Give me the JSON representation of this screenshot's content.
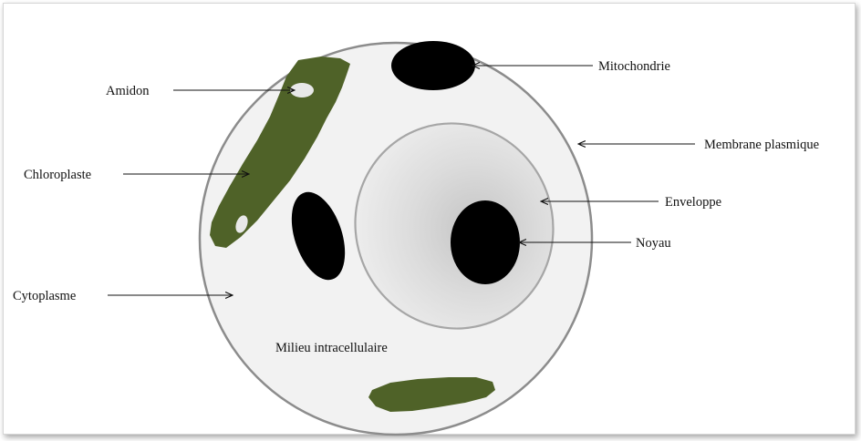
{
  "labels": {
    "amidon": "Amidon",
    "chloroplaste": "Chloroplaste",
    "cytoplasme": "Cytoplasme",
    "mitochondrie": "Mitochondrie",
    "membrane": "Membrane plasmique",
    "enveloppe": "Enveloppe",
    "noyau": "Noyau",
    "milieu": "Milieu intracellulaire"
  },
  "colors": {
    "cell_fill": "#f2f2f2",
    "cell_border": "#8c8c8c",
    "nucleus_region_fill": "#d9d9d9",
    "nucleus_region_border": "#a6a6a6",
    "organelle_dark": "#000000",
    "chloroplast": "#4f6228",
    "starch": "#e8e8e8"
  }
}
